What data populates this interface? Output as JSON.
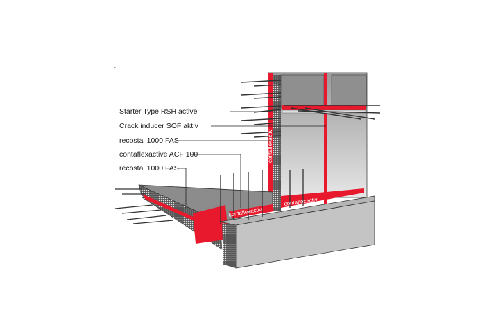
{
  "labels": [
    "Starter Type RSH active",
    "Crack inducer SOF aktiv",
    "recostal 1000 FAS",
    "contaflexactive ACF 100",
    "recostal 1000 FAS"
  ],
  "strip_text": "contaflexactiv",
  "colors": {
    "red": "#e8192c",
    "concrete": "#9a9a9a",
    "concrete_light": "#c4c4c4",
    "line": "#222222"
  }
}
